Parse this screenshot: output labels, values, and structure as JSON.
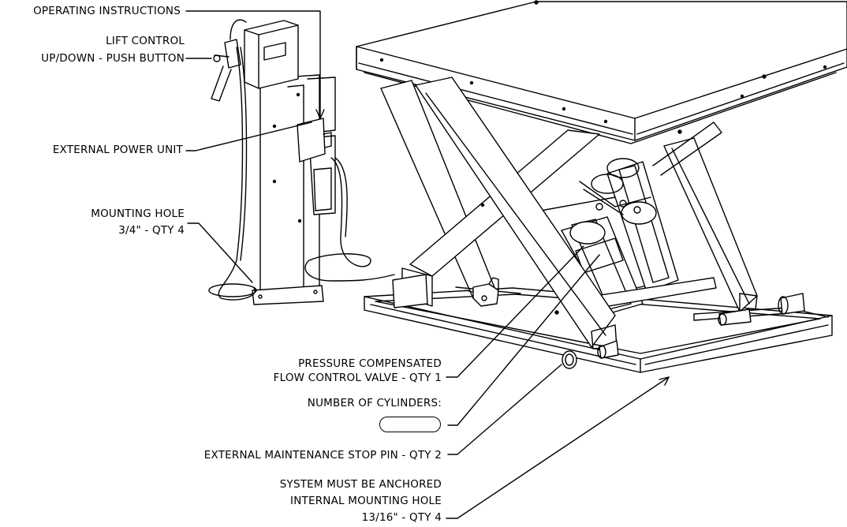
{
  "callouts": {
    "operating_instructions": "OPERATING INSTRUCTIONS",
    "lift_control": "LIFT CONTROL",
    "lift_control_detail": "UP/DOWN - PUSH BUTTON",
    "external_power_unit": "EXTERNAL POWER UNIT",
    "mounting_hole": "MOUNTING HOLE",
    "mounting_hole_detail": "3/4\" - QTY 4",
    "pressure_valve_line1": "PRESSURE COMPENSATED",
    "pressure_valve_line2": "FLOW CONTROL VALVE - QTY 1",
    "number_of_cylinders": "NUMBER OF CYLINDERS:",
    "number_of_cylinders_value": "",
    "stop_pin": "EXTERNAL MAINTENANCE STOP PIN - QTY 2",
    "anchor_line1": "SYSTEM MUST BE ANCHORED",
    "anchor_line2": "INTERNAL MOUNTING HOLE",
    "anchor_line3": "13/16\" - QTY 4"
  },
  "colors": {
    "line": "#000000",
    "background": "#ffffff"
  }
}
